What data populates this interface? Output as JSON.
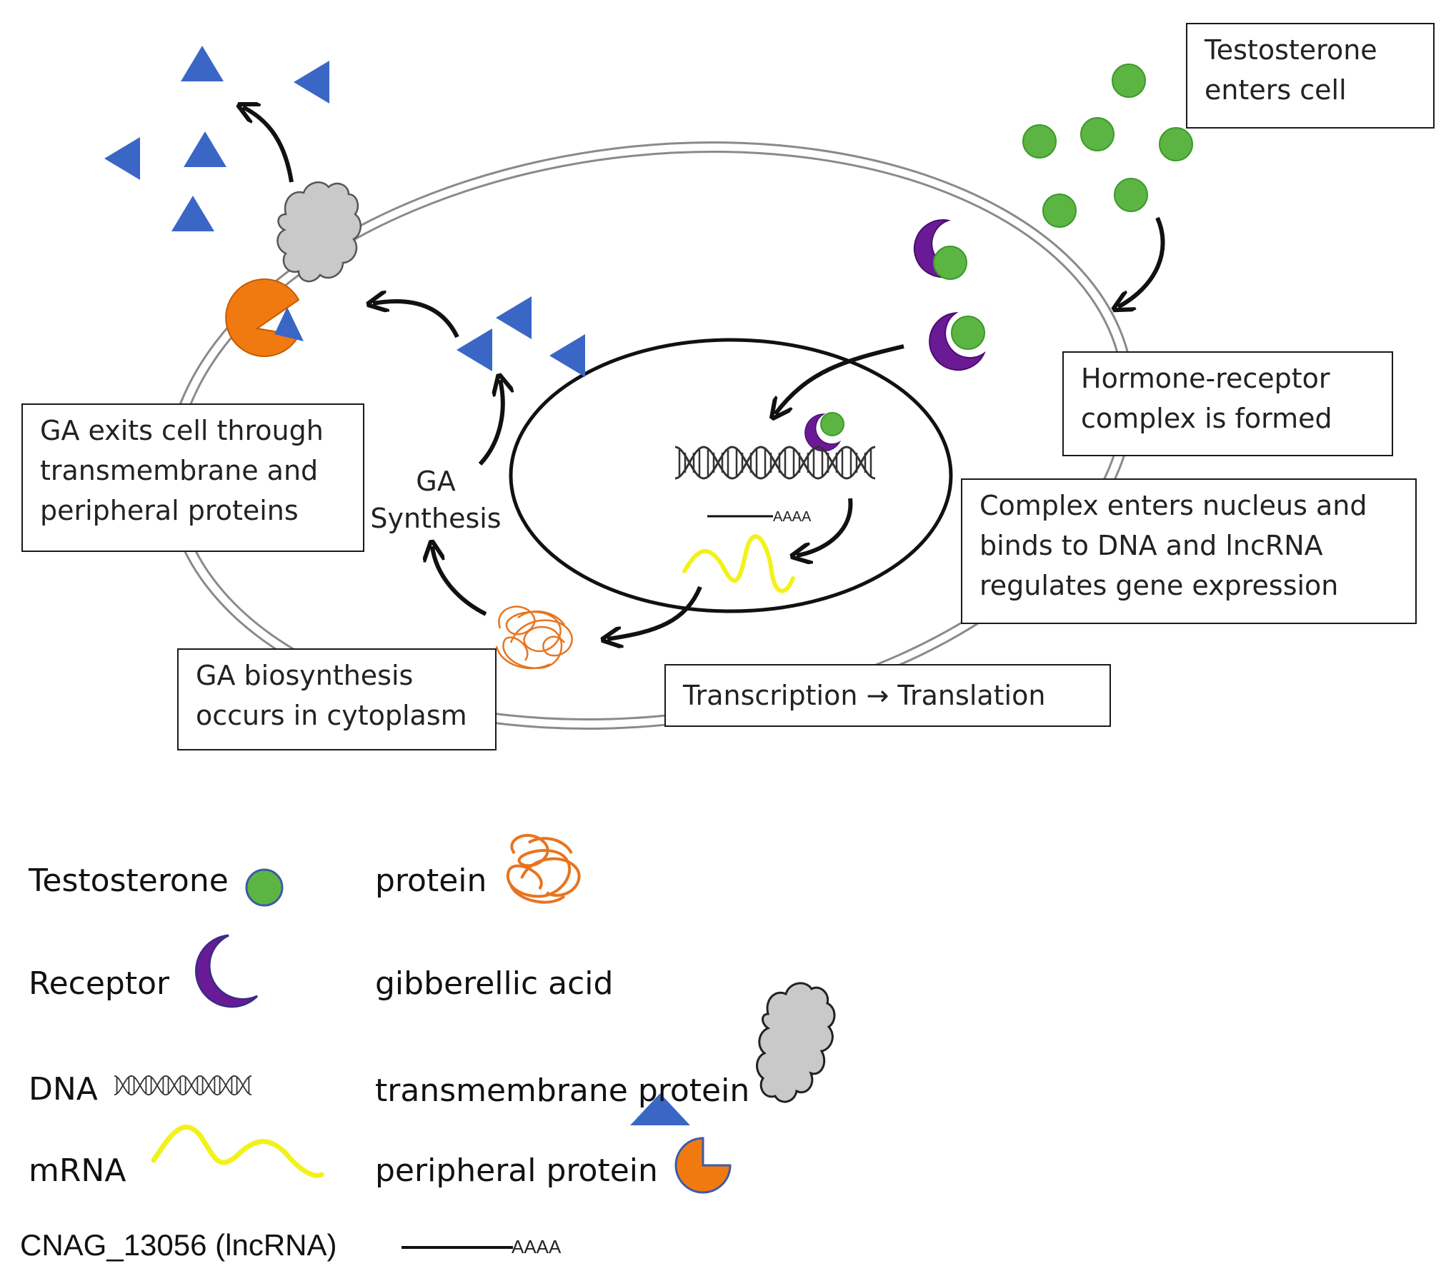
{
  "boxes": {
    "testosterone_enters": [
      "Testosterone",
      "enters cell"
    ],
    "hormone_receptor": [
      "Hormone-receptor",
      "complex is formed"
    ],
    "complex_enters": [
      "Complex enters nucleus and",
      "binds to DNA and lncRNA",
      "regulates gene expression"
    ],
    "transcription": "Transcription → Translation",
    "ga_biosynthesis": [
      "GA biosynthesis",
      "occurs in cytoplasm"
    ],
    "ga_exits": [
      "GA exits cell through",
      "transmembrane and",
      "peripheral proteins"
    ]
  },
  "ga_synthesis_label": [
    "GA",
    "Synthesis"
  ],
  "lncrna_tail": "AAAA",
  "legend": {
    "testosterone": "Testosterone",
    "receptor": "Receptor",
    "dna": "DNA",
    "mrna": "mRNA",
    "protein": "protein",
    "gibberellic_acid": "gibberellic acid",
    "transmembrane_protein": "transmembrane protein",
    "peripheral_protein": "peripheral protein",
    "lncrna": "CNAG_13056 (lncRNA)",
    "lncrna_tail": "AAAA"
  },
  "colors": {
    "testosterone": "#5cb543",
    "testosterone_outline": "#3b5ba8",
    "receptor": "#6b1a96",
    "gibberellic_acid": "#3a67c6",
    "protein": "#e8741f",
    "transmembrane_protein": "#c8c8c8",
    "peripheral_protein": "#f07a10",
    "mrna": "#f2f21a"
  }
}
